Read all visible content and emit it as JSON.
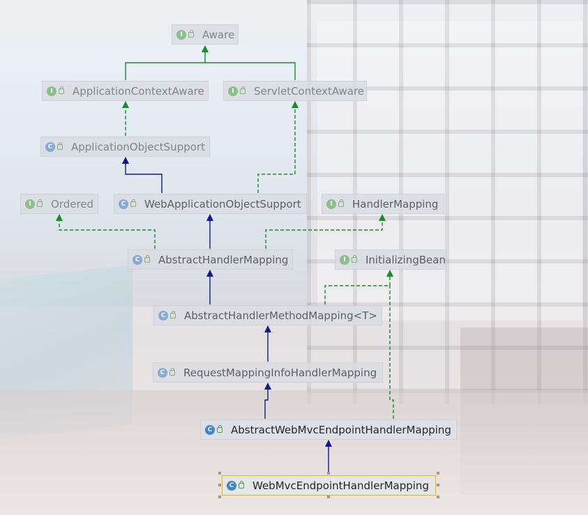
{
  "colors": {
    "inheritance_arrow": "#0f1a8a",
    "implementation_arrow": "#1a8a2a",
    "selection_border": "#d4b347",
    "interface_icon": "#8bbf8b",
    "class_icon": "#86a9d6"
  },
  "diagram": {
    "nodes": [
      {
        "id": "aware",
        "label": "Aware",
        "kind": "interface"
      },
      {
        "id": "appctx",
        "label": "ApplicationContextAware",
        "kind": "interface"
      },
      {
        "id": "servletctx",
        "label": "ServletContextAware",
        "kind": "interface"
      },
      {
        "id": "appobj",
        "label": "ApplicationObjectSupport",
        "kind": "class"
      },
      {
        "id": "ordered",
        "label": "Ordered",
        "kind": "interface"
      },
      {
        "id": "webappobj",
        "label": "WebApplicationObjectSupport",
        "kind": "class"
      },
      {
        "id": "handlermapping",
        "label": "HandlerMapping",
        "kind": "interface"
      },
      {
        "id": "abshm",
        "label": "AbstractHandlerMapping",
        "kind": "class"
      },
      {
        "id": "initbean",
        "label": "InitializingBean",
        "kind": "interface"
      },
      {
        "id": "abshmm",
        "label": "AbstractHandlerMethodMapping<T>",
        "kind": "class"
      },
      {
        "id": "rmihm",
        "label": "RequestMappingInfoHandlerMapping",
        "kind": "class"
      },
      {
        "id": "absweb",
        "label": "AbstractWebMvcEndpointHandlerMapping",
        "kind": "class"
      },
      {
        "id": "webmvc",
        "label": "WebMvcEndpointHandlerMapping",
        "kind": "class",
        "selected": true
      }
    ],
    "edges": [
      {
        "from": "appctx",
        "to": "aware",
        "type": "extends-interface"
      },
      {
        "from": "servletctx",
        "to": "aware",
        "type": "extends-interface"
      },
      {
        "from": "appobj",
        "to": "appctx",
        "type": "implements"
      },
      {
        "from": "webappobj",
        "to": "appobj",
        "type": "extends"
      },
      {
        "from": "webappobj",
        "to": "servletctx",
        "type": "implements"
      },
      {
        "from": "abshm",
        "to": "ordered",
        "type": "implements"
      },
      {
        "from": "abshm",
        "to": "webappobj",
        "type": "extends"
      },
      {
        "from": "abshm",
        "to": "handlermapping",
        "type": "implements"
      },
      {
        "from": "abshmm",
        "to": "abshm",
        "type": "extends"
      },
      {
        "from": "abshmm",
        "to": "initbean",
        "type": "implements"
      },
      {
        "from": "rmihm",
        "to": "abshmm",
        "type": "extends"
      },
      {
        "from": "absweb",
        "to": "rmihm",
        "type": "extends"
      },
      {
        "from": "absweb",
        "to": "initbean",
        "type": "implements"
      },
      {
        "from": "webmvc",
        "to": "absweb",
        "type": "extends"
      }
    ]
  }
}
